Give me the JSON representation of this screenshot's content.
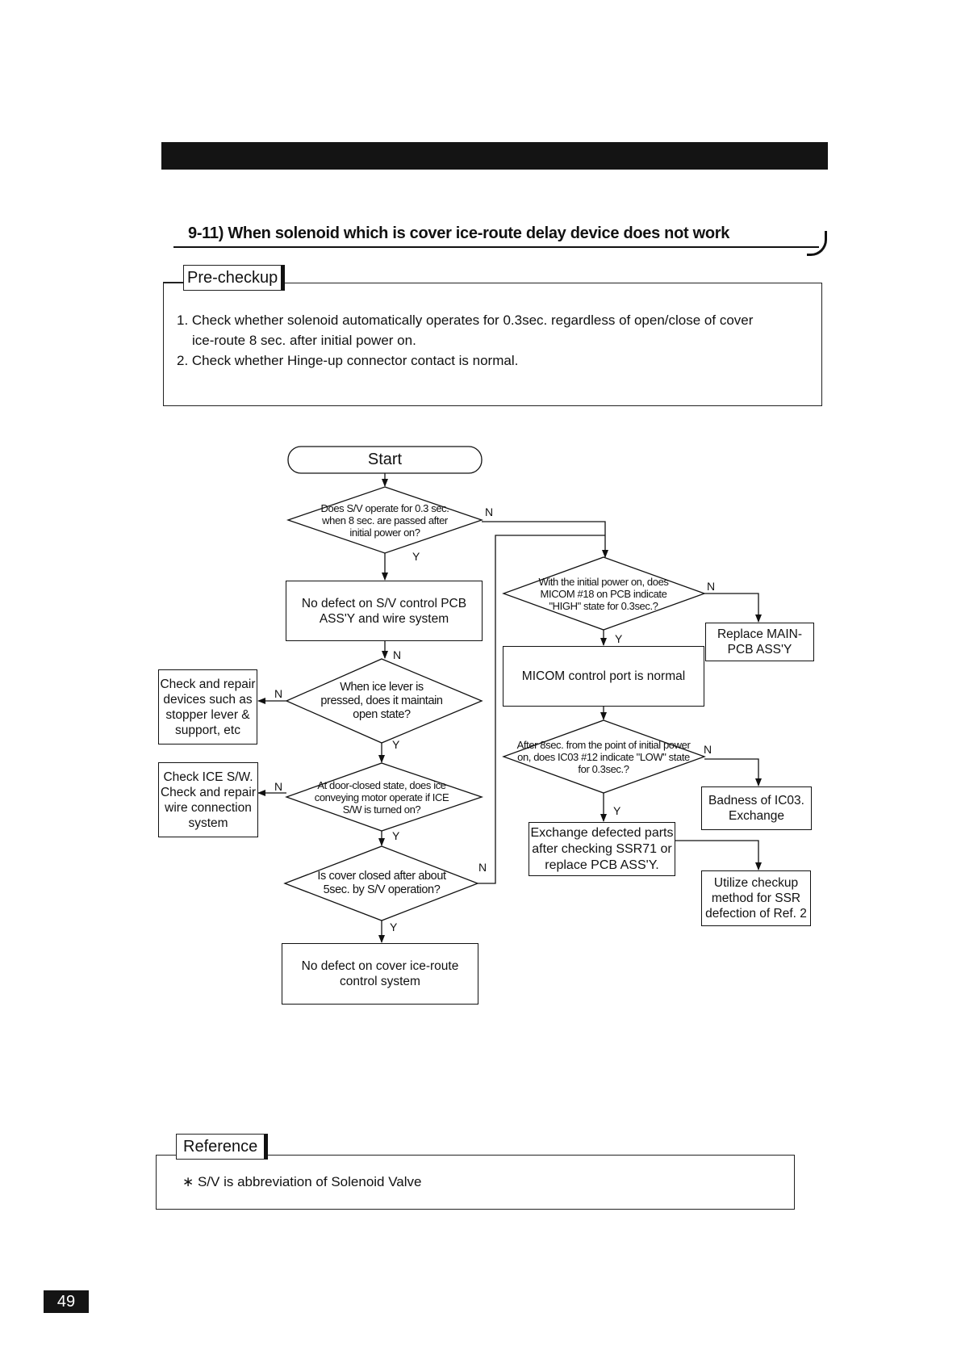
{
  "section": {
    "title": "9-11) When solenoid which is cover ice-route delay device does not work"
  },
  "precheck": {
    "label": "Pre-checkup",
    "items": [
      "1. Check whether solenoid  automatically operates  for 0.3sec. regardless of open/close of  cover",
      "ice-route 8 sec. after  initial power on.",
      "2. Check whether Hinge-up connector contact is normal."
    ]
  },
  "flow": {
    "start": "Start",
    "d1": "Does S/V operate for 0.3 sec. when 8 sec. are passed after initial power on?",
    "b1": "No defect on S/V control PCB ASS'Y and wire system",
    "d2": "When ice lever is pressed, does it maintain open state?",
    "b2": "Check and repair devices such as stopper lever & support, etc",
    "d3": "At door-closed state, does ice conveying motor operate if ICE S/W is turned on?",
    "b3": "Check  ICE S/W. Check and repair wire connection system",
    "d4": "Is  cover closed after about 5sec. by  S/V operation?",
    "b4": "No defect on cover ice-route control system",
    "d5": "With the initial power on, does MICOM #18 on PCB indicate \"HIGH\" state for 0.3sec.?",
    "b5": "Replace  MAIN-PCB ASS'Y",
    "b6": "MICOM control port is normal",
    "d6": "After 8sec. from the point of initial power on,  does IC03 #12 indicate \"LOW\" state for 0.3sec.?",
    "b7": "Badness of IC03. Exchange",
    "b8": "Exchange defected parts after checking SSR71 or replace PCB ASS'Y.",
    "b9": "Utilize checkup method for SSR defection of Ref. 2",
    "yes": "Y",
    "no": "N"
  },
  "reference": {
    "label": "Reference",
    "text": "∗ S/V is  abbreviation of Solenoid Valve"
  },
  "page_number": "49"
}
